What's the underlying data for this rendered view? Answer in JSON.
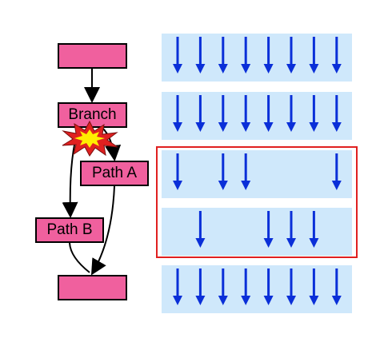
{
  "colors": {
    "node_fill": "#f0609e",
    "row_fill": "#cfe8fb",
    "arrow": "#0a2fd8",
    "highlight": "#e02020",
    "burst_outer": "#e02020",
    "burst_inner": "#ffee00"
  },
  "nodes": {
    "top": "",
    "branch": "Branch",
    "path_a": "Path A",
    "path_b": "Path B",
    "bottom": ""
  },
  "lanes": [
    {
      "active": [
        1,
        1,
        1,
        1,
        1,
        1,
        1,
        1
      ]
    },
    {
      "active": [
        1,
        1,
        1,
        1,
        1,
        1,
        1,
        1
      ]
    },
    {
      "active": [
        1,
        0,
        1,
        1,
        0,
        0,
        0,
        1
      ]
    },
    {
      "active": [
        0,
        1,
        0,
        0,
        1,
        1,
        1,
        0
      ]
    },
    {
      "active": [
        1,
        1,
        1,
        1,
        1,
        1,
        1,
        1
      ]
    }
  ],
  "icons": {
    "divergence_burst": "explosion-icon"
  }
}
